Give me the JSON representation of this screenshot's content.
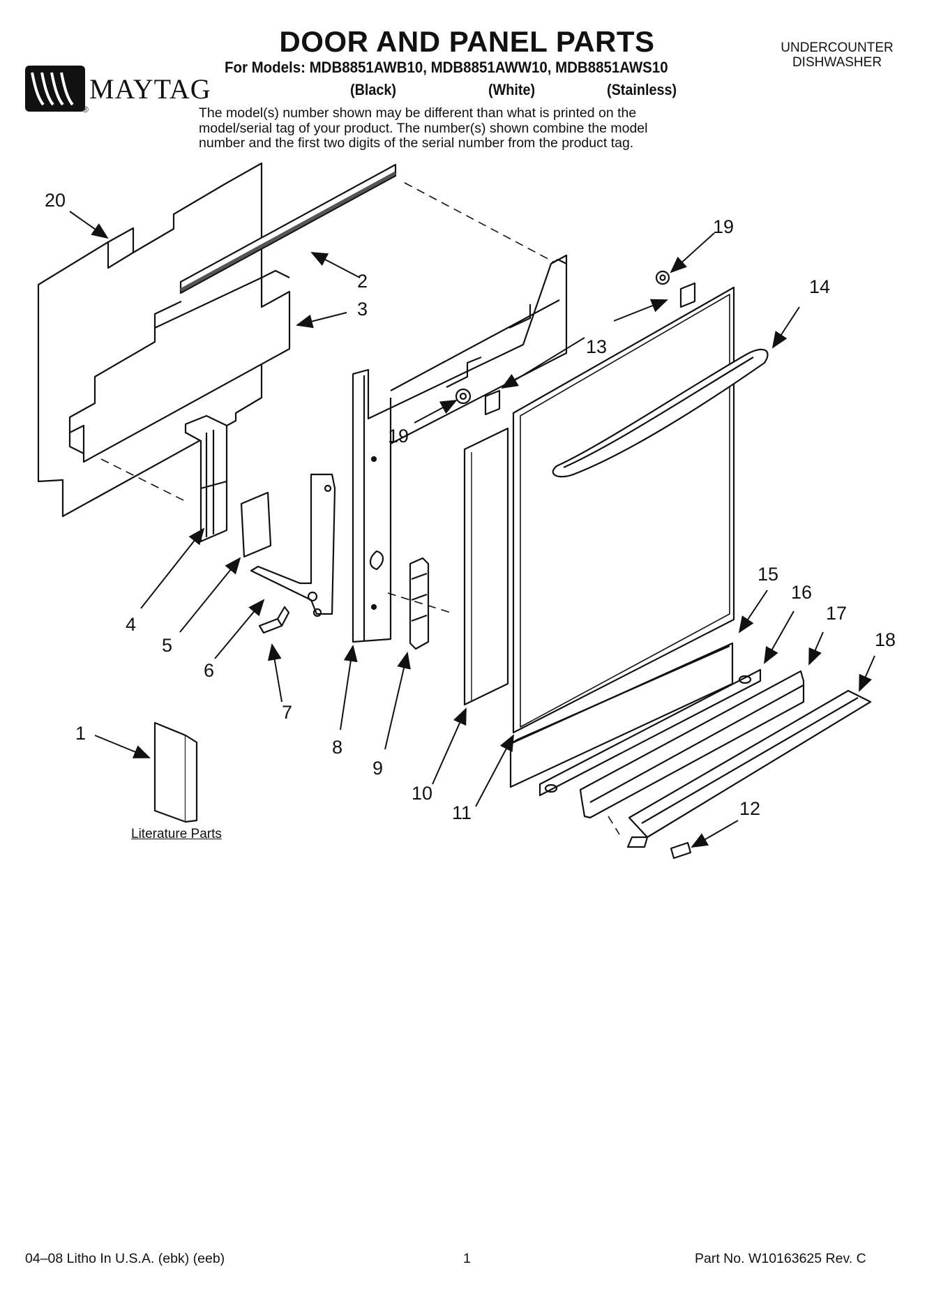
{
  "header": {
    "title": "DOOR AND PANEL PARTS",
    "models_line": "For Models: MDB8851AWB10, MDB8851AWW10, MDB8851AWS10",
    "finishes": [
      "(Black)",
      "(White)",
      "(Stainless)"
    ],
    "product_type_line1": "UNDERCOUNTER",
    "product_type_line2": "DISHWASHER",
    "brand": "MAYTAG",
    "registered_mark": "®",
    "note_line1": "The model(s) number shown may be different than what is printed on the",
    "note_line2": "model/serial tag of your product. The number(s) shown combine the model",
    "note_line3": "number and the first two digits of the serial number from the product tag."
  },
  "diagram": {
    "callouts": [
      "1",
      "2",
      "3",
      "4",
      "5",
      "6",
      "7",
      "8",
      "9",
      "10",
      "11",
      "12",
      "13",
      "14",
      "15",
      "16",
      "17",
      "18",
      "19",
      "19",
      "20"
    ],
    "literature_label": "Literature Parts"
  },
  "footer": {
    "print_info": "04–08 Litho In U.S.A. (ebk) (eeb)",
    "page_number": "1",
    "part_number": "Part No. W10163625 Rev. C"
  },
  "colors": {
    "ink": "#111111",
    "paper": "#ffffff",
    "shade": "#9a9a9a"
  }
}
